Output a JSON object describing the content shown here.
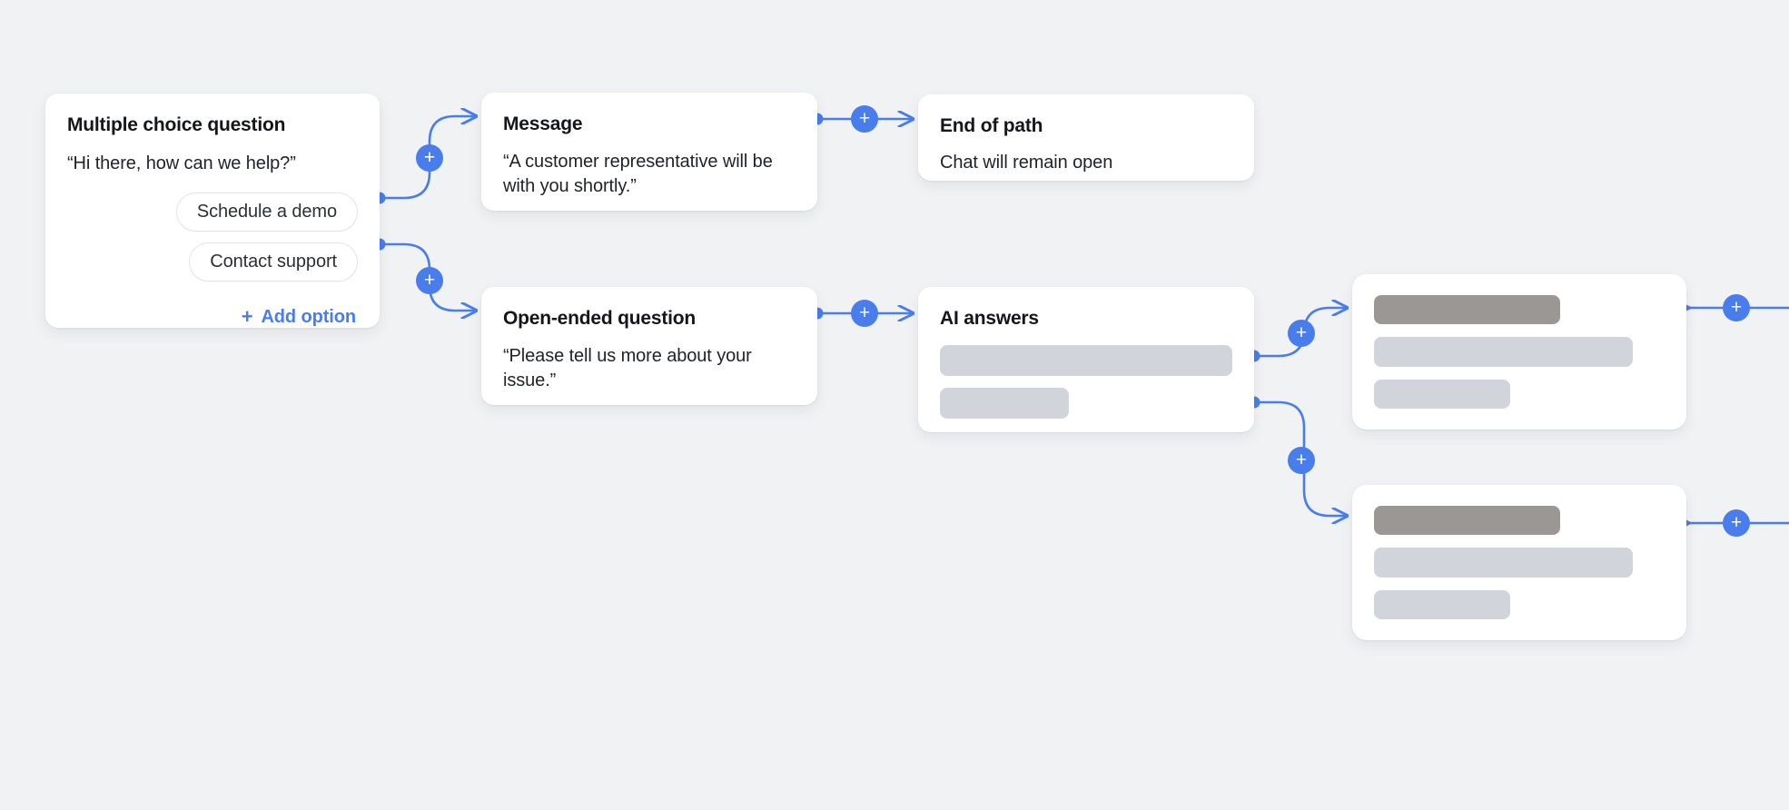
{
  "canvas": {
    "background": "#f1f2f4",
    "accent": "#4a7dec",
    "skeleton_light": "#d1d5db",
    "skeleton_dark": "#9b9794"
  },
  "nodes": {
    "multiple_choice": {
      "title": "Multiple choice question",
      "body": "“Hi there, how can we help?”",
      "options": [
        {
          "label": "Schedule a demo"
        },
        {
          "label": "Contact support"
        }
      ],
      "add_option": {
        "plus": "+",
        "label": "Add option"
      }
    },
    "message": {
      "title": "Message",
      "body": "“A customer representative will be with you shortly.”"
    },
    "end_of_path": {
      "title": "End of path",
      "body": "Chat will remain open"
    },
    "open_ended": {
      "title": "Open-ended question",
      "body": "“Please tell us more about your issue.”"
    },
    "ai_answers": {
      "title": "AI answers",
      "placeholder_rows": [
        "",
        ""
      ]
    },
    "skeleton_card_1": {
      "placeholder_rows": [
        "",
        "",
        ""
      ]
    },
    "skeleton_card_2": {
      "placeholder_rows": [
        "",
        "",
        ""
      ]
    }
  },
  "connectors": {
    "add_node_label": "+",
    "nodes": [
      {
        "id": "add-after-schedule-demo"
      },
      {
        "id": "add-after-contact-support"
      },
      {
        "id": "add-after-message"
      },
      {
        "id": "add-after-open-ended"
      },
      {
        "id": "add-after-ai-answer-1"
      },
      {
        "id": "add-after-ai-answer-2"
      },
      {
        "id": "add-after-skeleton-1"
      },
      {
        "id": "add-after-skeleton-2"
      }
    ]
  }
}
